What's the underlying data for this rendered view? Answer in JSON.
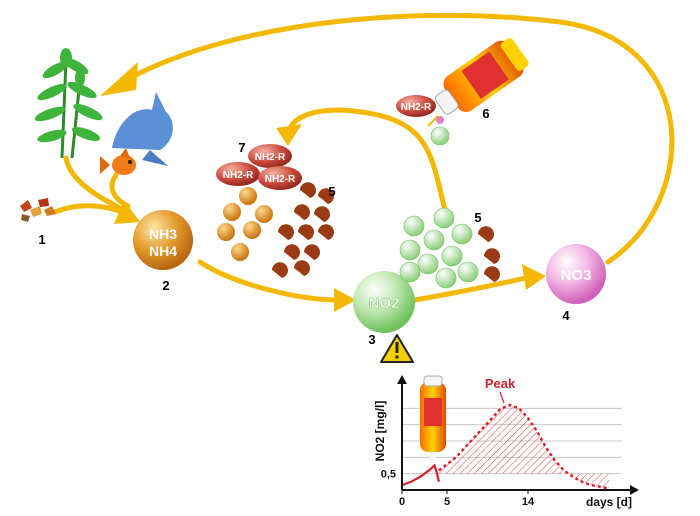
{
  "labels": {
    "n1": "1",
    "n2": "2",
    "n3": "3",
    "n4": "4",
    "n5a": "5",
    "n5b": "5",
    "n6": "6",
    "n7": "7"
  },
  "molecules": {
    "nh3": "NH3",
    "nh4": "NH4",
    "no2": "NO2",
    "no3": "NO3",
    "nh2r": "NH2-R"
  },
  "colors": {
    "arrow": "#f5b800",
    "ammonia_ball": "#d98a1a",
    "nitrite_ball": "#8ccf7a",
    "nitrate_ball": "#e080c8",
    "bacteria": "#9a3b16",
    "warning": "#f5d000",
    "chart_line": "#d6202a"
  },
  "chart_data": {
    "type": "line",
    "xlabel": "days [d]",
    "ylabel": "NO2 [mg/l]",
    "annotations": [
      "Peak"
    ],
    "x_ticks": [
      "0",
      "5",
      "14"
    ],
    "y_ticks": [
      "0,5"
    ],
    "xlim": [
      0,
      24
    ],
    "ylim": [
      0,
      3
    ],
    "series": [
      {
        "style": "solid",
        "x": [
          0,
          1,
          2,
          3,
          3.6,
          3.9,
          4.1
        ],
        "y": [
          0.15,
          0.25,
          0.4,
          0.6,
          0.75,
          0.5,
          0.25
        ]
      },
      {
        "style": "dotted",
        "x": [
          4.1,
          6,
          8,
          10,
          11,
          12,
          13,
          14,
          15,
          16,
          17,
          18,
          19,
          20,
          21,
          22,
          23
        ],
        "y": [
          0.6,
          1.0,
          1.6,
          2.2,
          2.5,
          2.6,
          2.5,
          2.2,
          1.8,
          1.3,
          0.9,
          0.6,
          0.4,
          0.25,
          0.15,
          0.1,
          0.05
        ]
      }
    ]
  }
}
